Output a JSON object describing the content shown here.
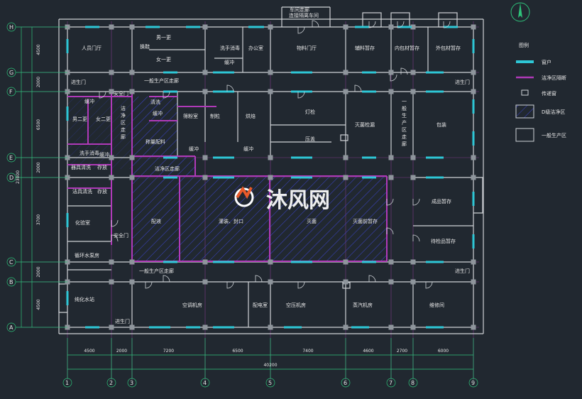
{
  "rooms": {
    "staff_hall": "人员门厅",
    "shoes": "换鞋",
    "male_change": "男一更",
    "female_change": "女一更",
    "wash1": "洗手消毒",
    "buffer1": "缓冲",
    "office": "办公室",
    "material_hall": "物料门厅",
    "corridor_car": "车间走廊",
    "connect_corridor": "连接隔离车间",
    "aux_temp": "辅料暂存",
    "inner_pack_temp": "内包材暂存",
    "outer_pack_temp": "外包材暂存",
    "general_corridor_top": "一般生产区走廊",
    "entry_door": "进生门",
    "safety_door": "安全门",
    "buffer2": "缓冲",
    "clean_corridor_v": "洁净区走廊",
    "wash2": "清洗",
    "buffer3": "缓冲",
    "male_change2": "男二更",
    "female_change2": "女二更",
    "weigh": "称量配料",
    "sieve": "筛粉室",
    "granulate": "制粒",
    "dry": "烘焙",
    "buffer4": "缓冲",
    "buffer5": "缓冲",
    "fill": "灯检",
    "pack_room": "压盖",
    "sterile_inspect": "灭菌检漏",
    "general_corridor_v": "一般生产区走廊",
    "packing": "包装",
    "wash3": "洗手消毒",
    "buffer6": "缓冲",
    "clean_corridor_h": "洁净区走廊",
    "appliance_clean": "器具清洗",
    "store1": "存放",
    "consumable_clean": "洁具清洗",
    "store2": "存放",
    "lab": "化验室",
    "mixing": "配液",
    "fill_seal": "灌装、封口",
    "sterilize": "灭菌",
    "sterile_temp": "灭菌前暂存",
    "product_temp": "成品暂存",
    "sterile_temp2": "待检品暂存",
    "circ_water": "循环水泵房",
    "general_corridor_bottom": "一般生产区走廊",
    "pure_water": "纯化水站",
    "aircon": "空调机房",
    "power_room": "配电室",
    "air_compress": "空压机房",
    "steam_room": "蒸汽机房",
    "repair": "维修间"
  },
  "legend": {
    "title": "图例",
    "window": "窗户",
    "clean_partition": "洁净区隔断",
    "utility_box": "传递窗",
    "clean_zone": "D级洁净区",
    "general_zone": "一般生产区"
  },
  "axes_left": [
    "H",
    "G",
    "F",
    "E",
    "D",
    "C",
    "B",
    "A"
  ],
  "axes_bottom": [
    "1",
    "2",
    "3",
    "4",
    "5",
    "6",
    "7",
    "8",
    "9"
  ],
  "dims_left": [
    "4500",
    "2000",
    "6500",
    "2000",
    "3700",
    "2000",
    "4500"
  ],
  "dim_left_total": "23000",
  "dims_bottom": [
    "4500",
    "2000",
    "7200",
    "6500",
    "7400",
    "4600",
    "2700",
    "6000"
  ],
  "dim_bottom_total": "40200",
  "watermark": "沐风网",
  "colors": {
    "background": "#212830",
    "wall": "#cfd3d7",
    "window": "#2ec7d6",
    "partition": "#b03ab8",
    "grid": "#7c3a86",
    "hatch": "#3b43c4",
    "north": "#2ec27a"
  },
  "icons": {
    "north": "north-arrow-icon",
    "logo": "mufeng-logo-icon"
  }
}
